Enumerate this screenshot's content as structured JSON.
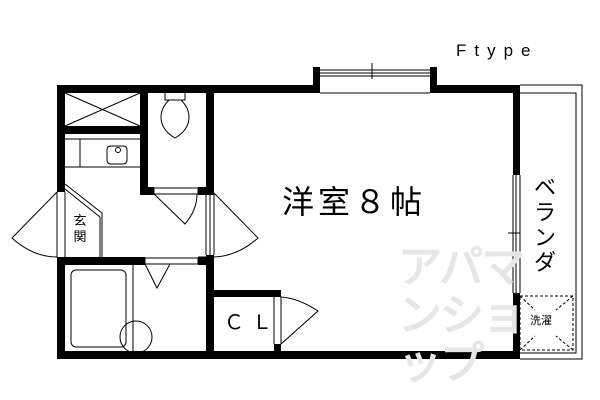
{
  "plan": {
    "type_label": "Ftype",
    "rooms": {
      "main": "洋室８帖",
      "closet": "ＣＬ",
      "entrance": "玄関",
      "veranda": "ベランダ",
      "laundry": "洗濯"
    },
    "watermark": "アパマンショップ",
    "colors": {
      "wall": "#000000",
      "background": "#ffffff",
      "watermark": "#e6e6e6"
    }
  }
}
